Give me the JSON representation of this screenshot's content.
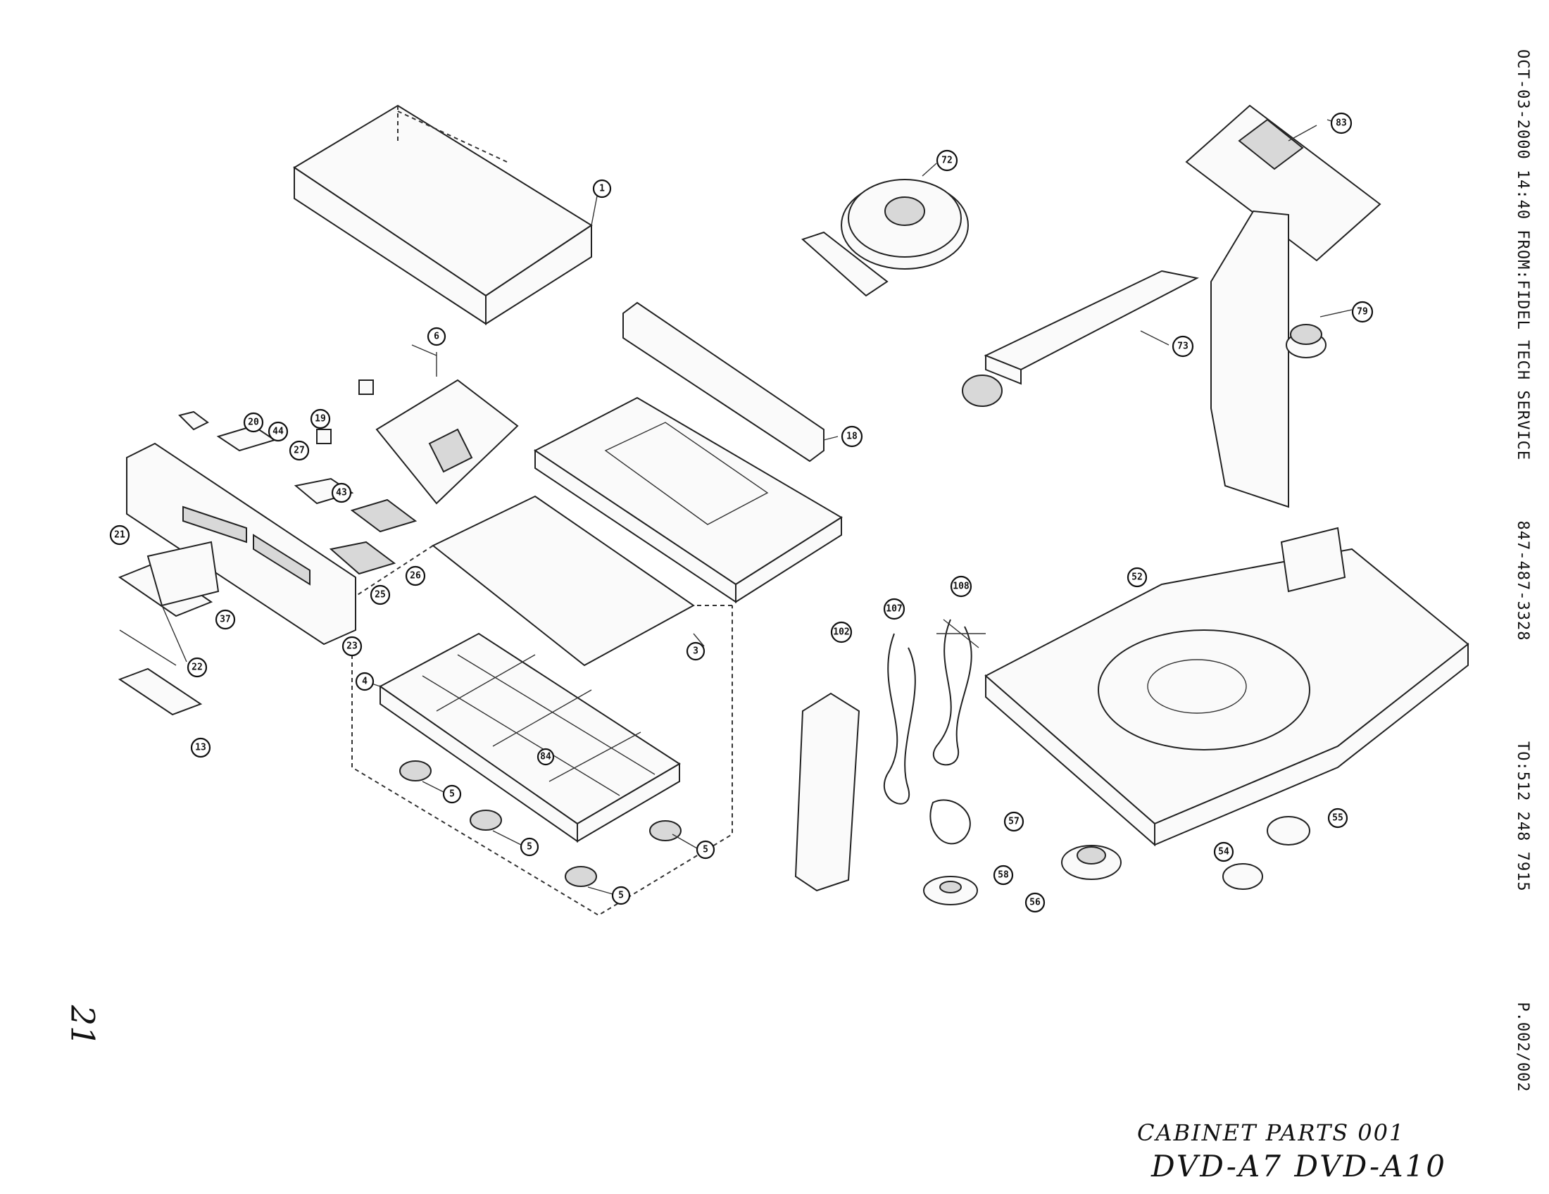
{
  "fax_header": {
    "timestamp": "OCT-03-2000 14:40",
    "from": "FROM:FIDEL TECH SERVICE",
    "from_phone": "847-487-3328",
    "to": "TO:512 248 7915",
    "page": "P.002/002"
  },
  "handwritten": {
    "page_number": "21",
    "caption_line1": "CABINET PARTS 001",
    "caption_line2": "DVD-A7  DVD-A10"
  },
  "callouts": [
    {
      "id": "c1",
      "label": "1"
    },
    {
      "id": "c6",
      "label": "6"
    },
    {
      "id": "c72",
      "label": "72"
    },
    {
      "id": "c83",
      "label": "83"
    },
    {
      "id": "c73",
      "label": "73"
    },
    {
      "id": "c79",
      "label": "79"
    },
    {
      "id": "c18",
      "label": "18"
    },
    {
      "id": "c20",
      "label": "20"
    },
    {
      "id": "c44",
      "label": "44"
    },
    {
      "id": "c27",
      "label": "27"
    },
    {
      "id": "c19",
      "label": "19"
    },
    {
      "id": "c43",
      "label": "43"
    },
    {
      "id": "c21",
      "label": "21"
    },
    {
      "id": "c26",
      "label": "26"
    },
    {
      "id": "c25",
      "label": "25"
    },
    {
      "id": "c23",
      "label": "23"
    },
    {
      "id": "c37",
      "label": "37"
    },
    {
      "id": "c22",
      "label": "22"
    },
    {
      "id": "c13",
      "label": "13"
    },
    {
      "id": "c3",
      "label": "3"
    },
    {
      "id": "c4",
      "label": "4"
    },
    {
      "id": "c5a",
      "label": "5"
    },
    {
      "id": "c5b",
      "label": "5"
    },
    {
      "id": "c5c",
      "label": "5"
    },
    {
      "id": "c5d",
      "label": "5"
    },
    {
      "id": "c84",
      "label": "84"
    },
    {
      "id": "c102",
      "label": "102"
    },
    {
      "id": "c107",
      "label": "107"
    },
    {
      "id": "c108",
      "label": "108"
    },
    {
      "id": "c52",
      "label": "52"
    },
    {
      "id": "c57",
      "label": "57"
    },
    {
      "id": "c58",
      "label": "58"
    },
    {
      "id": "c56",
      "label": "56"
    },
    {
      "id": "c54",
      "label": "54"
    },
    {
      "id": "c55",
      "label": "55"
    }
  ]
}
